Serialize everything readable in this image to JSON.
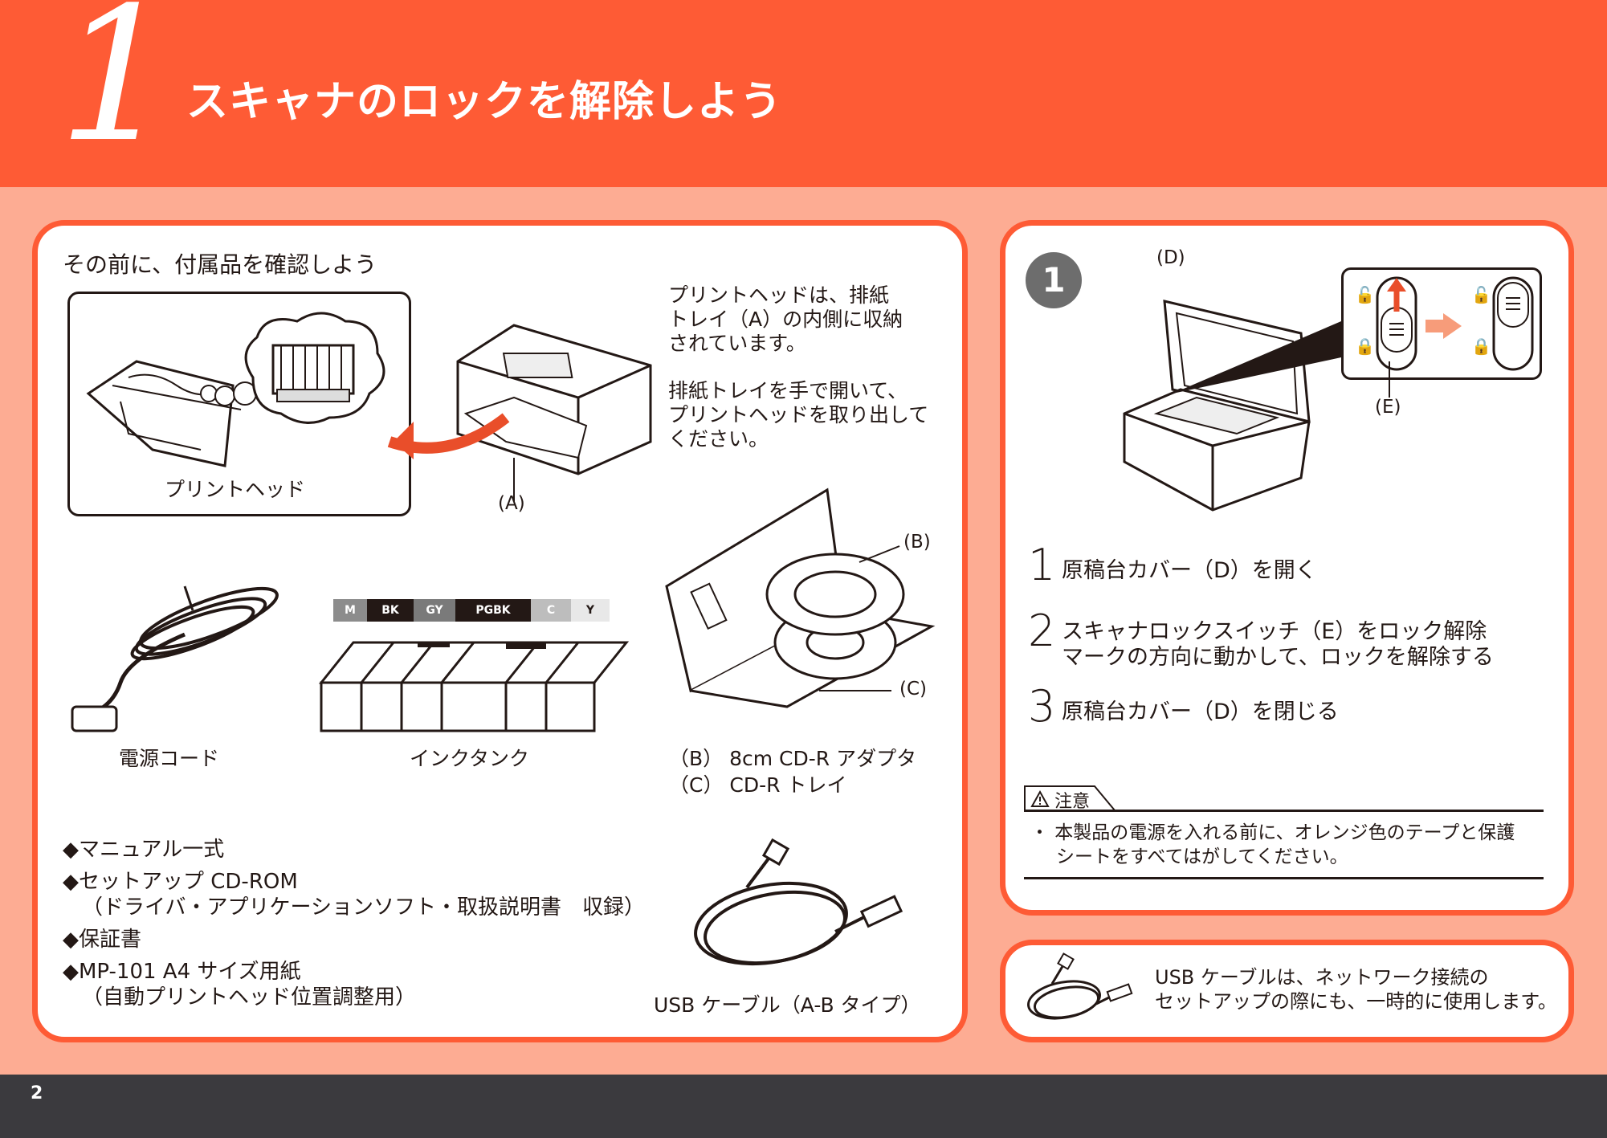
{
  "header": {
    "step_number": "1",
    "title": "スキャナのロックを解除しよう"
  },
  "left_panel": {
    "heading": "その前に、付属品を確認しよう",
    "printhead_label": "プリントヘッド",
    "printhead_note_1": [
      "プリントヘッドは、排紙",
      "トレイ（A）の内側に収納",
      "されています。"
    ],
    "printhead_note_2": [
      "排紙トレイを手で開いて、",
      "プリントヘッドを取り出して",
      "ください。"
    ],
    "callout_a": "(A)",
    "callout_b": "(B)",
    "callout_c": "(C)",
    "ink_colors": [
      "M",
      "BK",
      "GY",
      "PGBK",
      "C",
      "Y"
    ],
    "power_cord_label": "電源コード",
    "ink_tank_label": "インクタンク",
    "cd_label_b": "（B） 8cm CD-R アダプタ",
    "cd_label_c": "（C） CD-R トレイ",
    "list": [
      {
        "text": "◆マニュアル一式",
        "sub": ""
      },
      {
        "text": "◆セットアップ CD-ROM",
        "sub": "（ドライバ・アプリケーションソフト・取扱説明書　収録）"
      },
      {
        "text": "◆保証書",
        "sub": ""
      },
      {
        "text": "◆MP-101 A4 サイズ用紙",
        "sub": "（自動プリントヘッド位置調整用）"
      }
    ],
    "usb_label": "USB ケーブル（A-B タイプ）"
  },
  "right_panel": {
    "badge": "1",
    "callout_d": "(D)",
    "callout_e": "(E)",
    "steps": [
      {
        "num": "1",
        "lines": [
          "原稿台カバー（D）を開く"
        ]
      },
      {
        "num": "2",
        "lines": [
          "スキャナロックスイッチ（E）をロック解除",
          "マークの方向に動かして、ロックを解除する"
        ]
      },
      {
        "num": "3",
        "lines": [
          "原稿台カバー（D）を閉じる"
        ]
      }
    ],
    "caution_title": "注意",
    "caution_lines": [
      "・ 本製品の電源を入れる前に、オレンジ色のテープと保護",
      "シートをすべてはがしてください。"
    ]
  },
  "usb_panel": {
    "lines": [
      "USB ケーブルは、ネットワーク接続の",
      "セットアップの際にも、一時的に使用します。"
    ]
  },
  "footer": {
    "page": "2"
  },
  "colors": {
    "accent": "#fe5b35",
    "background": "#fdac93",
    "footer": "#3b3a3e"
  }
}
